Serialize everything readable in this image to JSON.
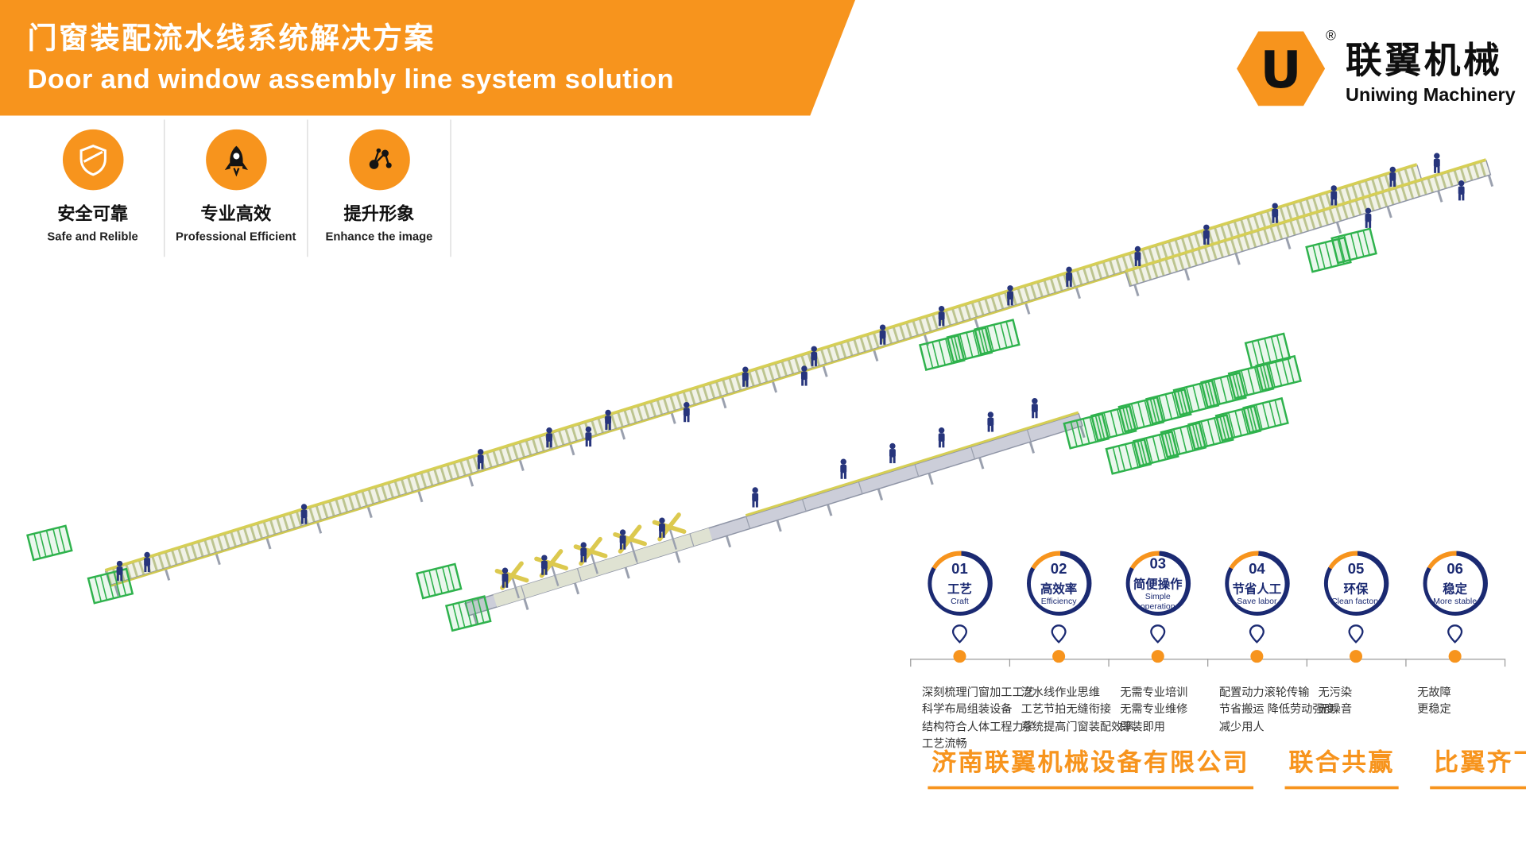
{
  "colors": {
    "orange": "#F7941D",
    "navy": "#1B2A72",
    "green": "#2EB24C"
  },
  "header": {
    "title_zh": "门窗装配流水线系统解决方案",
    "title_en": "Door and window assembly line system solution"
  },
  "logo": {
    "letter": "U",
    "registered": "®",
    "name_zh": "联翼机械",
    "name_en": "Uniwing Machinery"
  },
  "features": [
    {
      "icon": "shield-icon",
      "title_zh": "安全可靠",
      "title_en": "Safe and Relible"
    },
    {
      "icon": "rocket-icon",
      "title_zh": "专业高效",
      "title_en": "Professional Efficient"
    },
    {
      "icon": "molecule-icon",
      "title_zh": "提升形象",
      "title_en": "Enhance the image"
    }
  ],
  "timeline": [
    {
      "num": "01",
      "zh": "工艺",
      "en": "Craft",
      "desc": [
        "深刻梳理门窗加工工艺",
        "科学布局组装设备",
        "结构符合人体工程力学",
        "工艺流畅"
      ]
    },
    {
      "num": "02",
      "zh": "高效率",
      "en": "Efficiency",
      "desc": [
        "流水线作业思维",
        "工艺节拍无缝衔接",
        "系统提高门窗装配效率"
      ]
    },
    {
      "num": "03",
      "zh": "简便操作",
      "en": "Simple operation",
      "desc": [
        "无需专业培训",
        "无需专业维修",
        "即装即用"
      ]
    },
    {
      "num": "04",
      "zh": "节省人工",
      "en": "Save labor",
      "desc": [
        "配置动力滚轮传输",
        "节省搬运 降低劳动强度",
        "减少用人"
      ]
    },
    {
      "num": "05",
      "zh": "环保",
      "en": "Clean factory",
      "desc": [
        "无污染",
        "无噪音"
      ]
    },
    {
      "num": "06",
      "zh": "稳定",
      "en": "More stable",
      "desc": [
        "无故障",
        "更稳定"
      ]
    }
  ],
  "footer": {
    "company": "济南联翼机械设备有限公司",
    "slogan_1": "联合共赢",
    "slogan_2": "比翼齐飞"
  }
}
